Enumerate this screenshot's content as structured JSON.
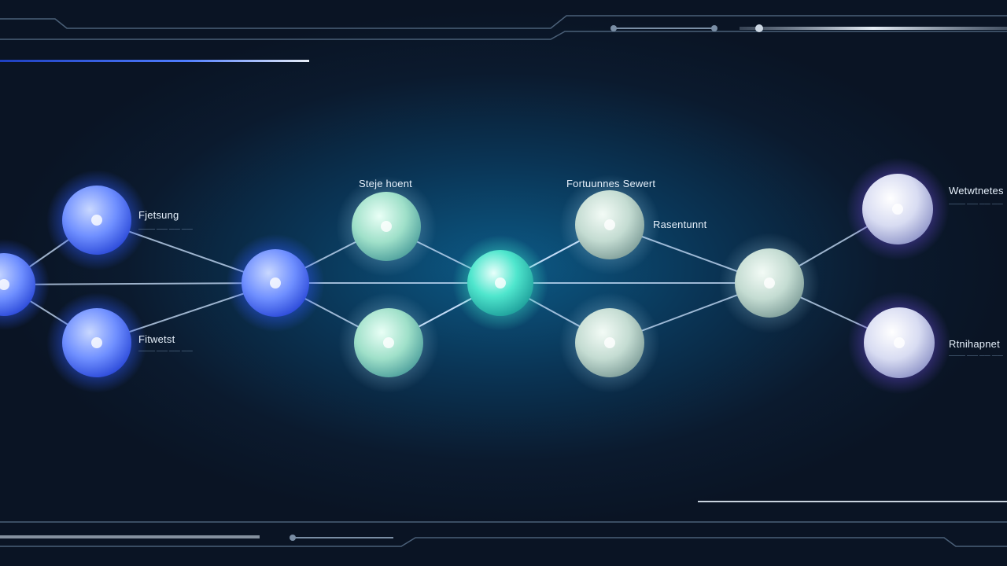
{
  "colors": {
    "background": "#0b1a2e",
    "accent_blue": "#2f6bff",
    "teal": "#3fe0c8",
    "line": "#cfe4ff"
  },
  "nodes": [
    {
      "id": "n0",
      "color": "blue",
      "label": "",
      "sublabel": ""
    },
    {
      "id": "n1",
      "color": "blue",
      "label": "Fjetsung",
      "sublabel": "——— —— —— ——"
    },
    {
      "id": "n2",
      "color": "blue",
      "label": "Fitwetst",
      "sublabel": "——— —— —— ——"
    },
    {
      "id": "n3",
      "color": "blue",
      "label": "",
      "sublabel": ""
    },
    {
      "id": "n4",
      "color": "mint",
      "label": "Steje hoent",
      "sublabel": ""
    },
    {
      "id": "n5",
      "color": "mint",
      "label": "",
      "sublabel": ""
    },
    {
      "id": "n6",
      "color": "teal",
      "label": "",
      "sublabel": ""
    },
    {
      "id": "n7",
      "color": "sage",
      "label": "Fortuunnes Sewert",
      "sublabel": ""
    },
    {
      "id": "n8",
      "color": "sage",
      "label": "Rasentunnt",
      "sublabel": ""
    },
    {
      "id": "n9",
      "color": "sage",
      "label": "",
      "sublabel": ""
    },
    {
      "id": "n10",
      "color": "lavender",
      "label": "Wetwtnetes",
      "sublabel": "——— —— —— ——"
    },
    {
      "id": "n11",
      "color": "lavender",
      "label": "Rtnihapnet",
      "sublabel": "——— —— —— ——"
    }
  ],
  "edges": [
    [
      "n0",
      "n1"
    ],
    [
      "n0",
      "n2"
    ],
    [
      "n0",
      "n3"
    ],
    [
      "n1",
      "n3"
    ],
    [
      "n2",
      "n3"
    ],
    [
      "n3",
      "n4"
    ],
    [
      "n3",
      "n5"
    ],
    [
      "n3",
      "n6"
    ],
    [
      "n4",
      "n6"
    ],
    [
      "n5",
      "n6"
    ],
    [
      "n5",
      "n7"
    ],
    [
      "n6",
      "n7"
    ],
    [
      "n6",
      "n8"
    ],
    [
      "n6",
      "n9"
    ],
    [
      "n7",
      "n9"
    ],
    [
      "n8",
      "n9"
    ],
    [
      "n9",
      "n10"
    ],
    [
      "n9",
      "n11"
    ]
  ]
}
